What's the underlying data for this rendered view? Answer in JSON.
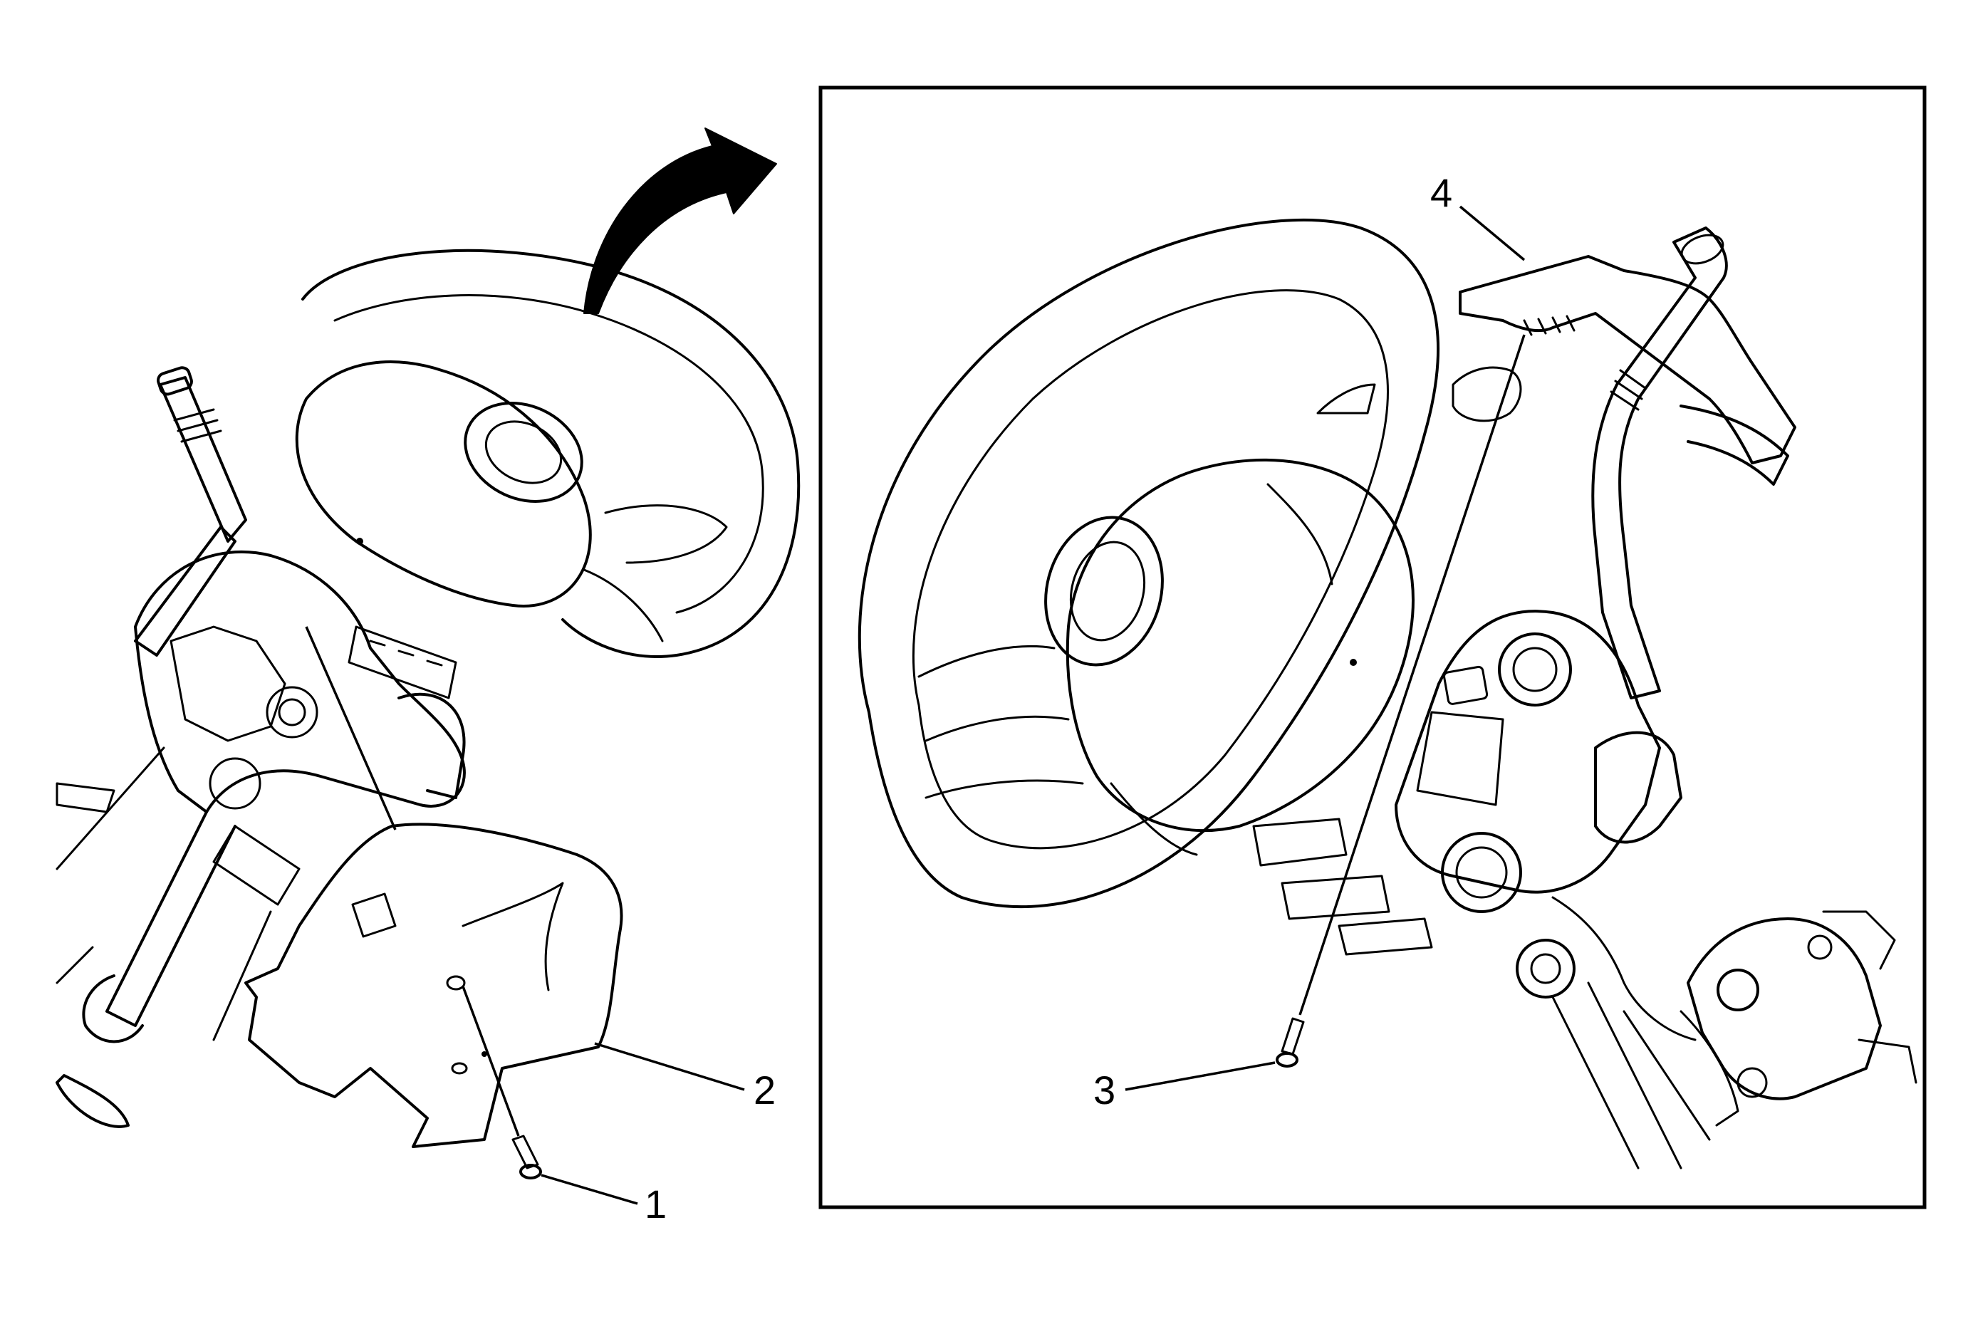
{
  "callouts": [
    {
      "id": "1",
      "label": "1"
    },
    {
      "id": "2",
      "label": "2"
    },
    {
      "id": "3",
      "label": "3"
    },
    {
      "id": "4",
      "label": "4"
    }
  ],
  "colors": {
    "line": "#000000",
    "background": "#ffffff"
  },
  "icons": {
    "transition_arrow": "curved-arrow-icon"
  }
}
